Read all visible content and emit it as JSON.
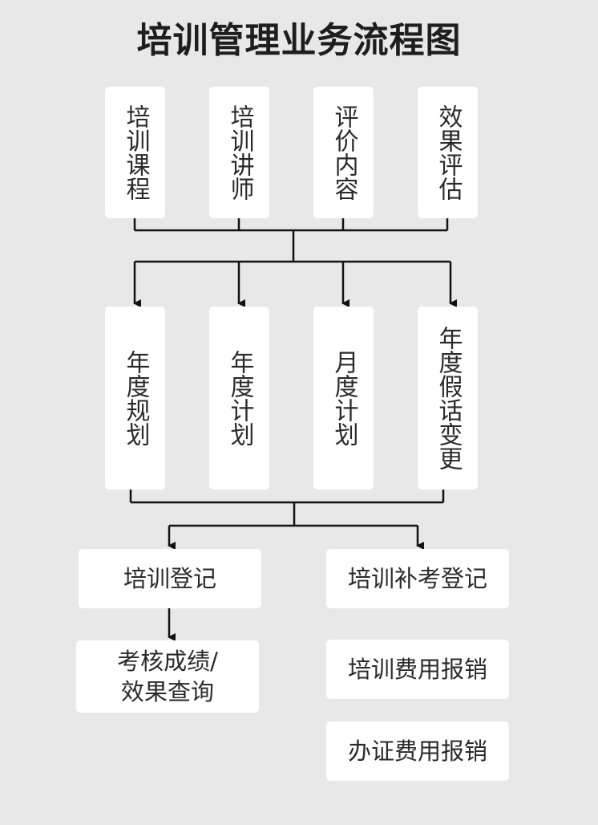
{
  "title": "培训管理业务流程图",
  "top_row": [
    "培训课程",
    "培训讲师",
    "评价内容",
    "效果评估"
  ],
  "mid_row": [
    "年度规划",
    "年度计划",
    "月度计划",
    "年度假话变更"
  ],
  "left_column": {
    "registration": "培训登记",
    "results": "考核成绩/\n效果查询"
  },
  "right_column": {
    "makeup_registration": "培训补考登记",
    "training_reimbursement": "培训费用报销",
    "certificate_reimbursement": "办证费用报销"
  },
  "colors": {
    "background": "#e8e8e8",
    "box": "#ffffff",
    "line": "#111111"
  }
}
